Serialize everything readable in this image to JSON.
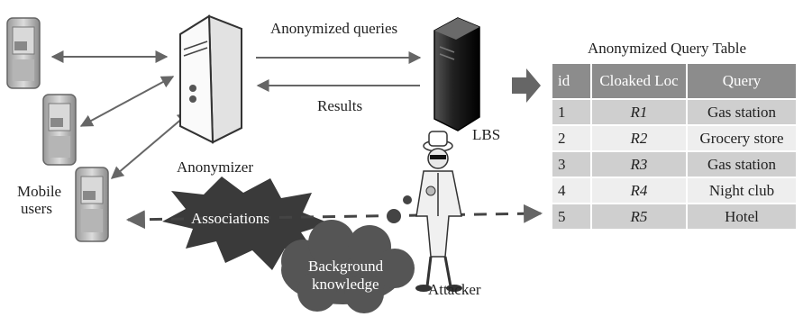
{
  "labels": {
    "anonymized_queries": "Anonymized queries",
    "results": "Results",
    "anonymizer": "Anonymizer",
    "lbs": "LBS",
    "mobile_users_line1": "Mobile",
    "mobile_users_line2": "users",
    "associations": "Associations",
    "background_line1": "Background",
    "background_line2": "knowledge",
    "attacker": "Attacker"
  },
  "table": {
    "title": "Anonymized  Query Table",
    "headers": [
      "id",
      "Cloaked Loc",
      "Query"
    ],
    "rows": [
      {
        "id": "1",
        "loc": "R1",
        "query": "Gas station"
      },
      {
        "id": "2",
        "loc": "R2",
        "query": "Grocery store"
      },
      {
        "id": "3",
        "loc": "R3",
        "query": "Gas station"
      },
      {
        "id": "4",
        "loc": "R4",
        "query": "Night club"
      },
      {
        "id": "5",
        "loc": "R5",
        "query": "Hotel"
      }
    ]
  },
  "colors": {
    "arrow": "#666666",
    "server_light": "#f4f4f4",
    "server_dark": "#1a1a1a",
    "starburst": "#3a3a3a",
    "cloud": "#555555",
    "table_header": "#8c8c8c",
    "row_dark": "#cfcfcf",
    "row_light": "#eeeeee"
  },
  "icons": [
    "mobile-phone-icon",
    "server-icon",
    "lbs-server-icon",
    "attacker-icon",
    "starburst-icon",
    "cloud-icon",
    "block-arrow-icon"
  ]
}
